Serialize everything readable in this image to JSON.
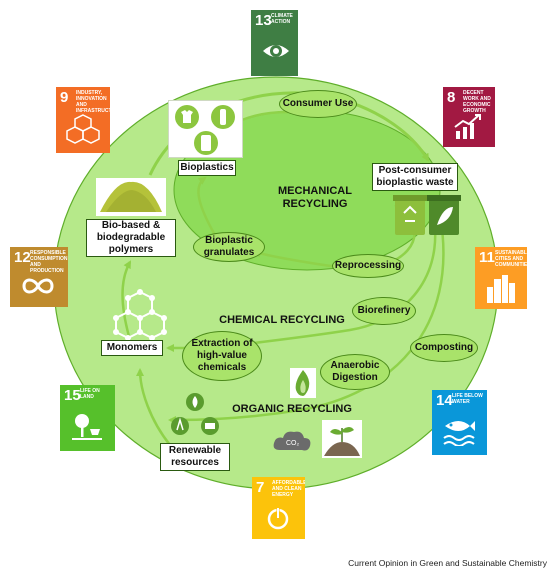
{
  "sdgs": {
    "climate_action": {
      "number": "13",
      "caption": "Climate Action",
      "color": "#3f7e44",
      "icon": "eye-icon"
    },
    "decent_work": {
      "number": "8",
      "caption": "Decent work and economic growth",
      "color": "#a21942",
      "icon": "growth-chart-icon"
    },
    "sustainable_cities": {
      "number": "11",
      "caption": "Sustainable cities and communities",
      "color": "#fd9d24",
      "icon": "city-icon"
    },
    "life_below_water": {
      "number": "14",
      "caption": "Life below water",
      "color": "#0a97d9",
      "icon": "fish-icon"
    },
    "clean_energy": {
      "number": "7",
      "caption": "Affordable and clean energy",
      "color": "#fcc30b",
      "icon": "power-icon"
    },
    "life_on_land": {
      "number": "15",
      "caption": "Life on land",
      "color": "#56c02b",
      "icon": "tree-icon"
    },
    "responsible_consumption": {
      "number": "12",
      "caption": "Responsible consumption and production",
      "color": "#bf8b2e",
      "icon": "infinity-icon"
    },
    "industry_innovation": {
      "number": "9",
      "caption": "Industry, innovation and infrastructure",
      "color": "#f36d25",
      "icon": "cubes-icon"
    }
  },
  "sections": {
    "mechanical": "MECHANICAL RECYCLING",
    "chemical": "CHEMICAL RECYCLING",
    "organic": "ORGANIC RECYCLING"
  },
  "boxes": {
    "bioplastics": "Bioplastics",
    "post_consumer": "Post-consumer bioplastic waste",
    "bio_based": "Bio-based & biodegradable polymers",
    "monomers": "Monomers",
    "renewable": "Renewable resources"
  },
  "ovals": {
    "consumer_use": "Consumer Use",
    "bioplastic_granulates": "Bioplastic granulates",
    "reprocessing": "Reprocessing",
    "biorefinery": "Biorefinery",
    "extraction": "Extraction of high-value chemicals",
    "composting": "Composting",
    "anaerobic": "Anaerobic Digestion"
  },
  "co2_label": "CO₂",
  "credit": "Current Opinion in Green and Sustainable Chemistry",
  "colors": {
    "outer_ring": "#b6e98a",
    "inner_disc": "#8fdc5a",
    "arrow": "#8fd24a",
    "box_border": "#2a5a10"
  }
}
